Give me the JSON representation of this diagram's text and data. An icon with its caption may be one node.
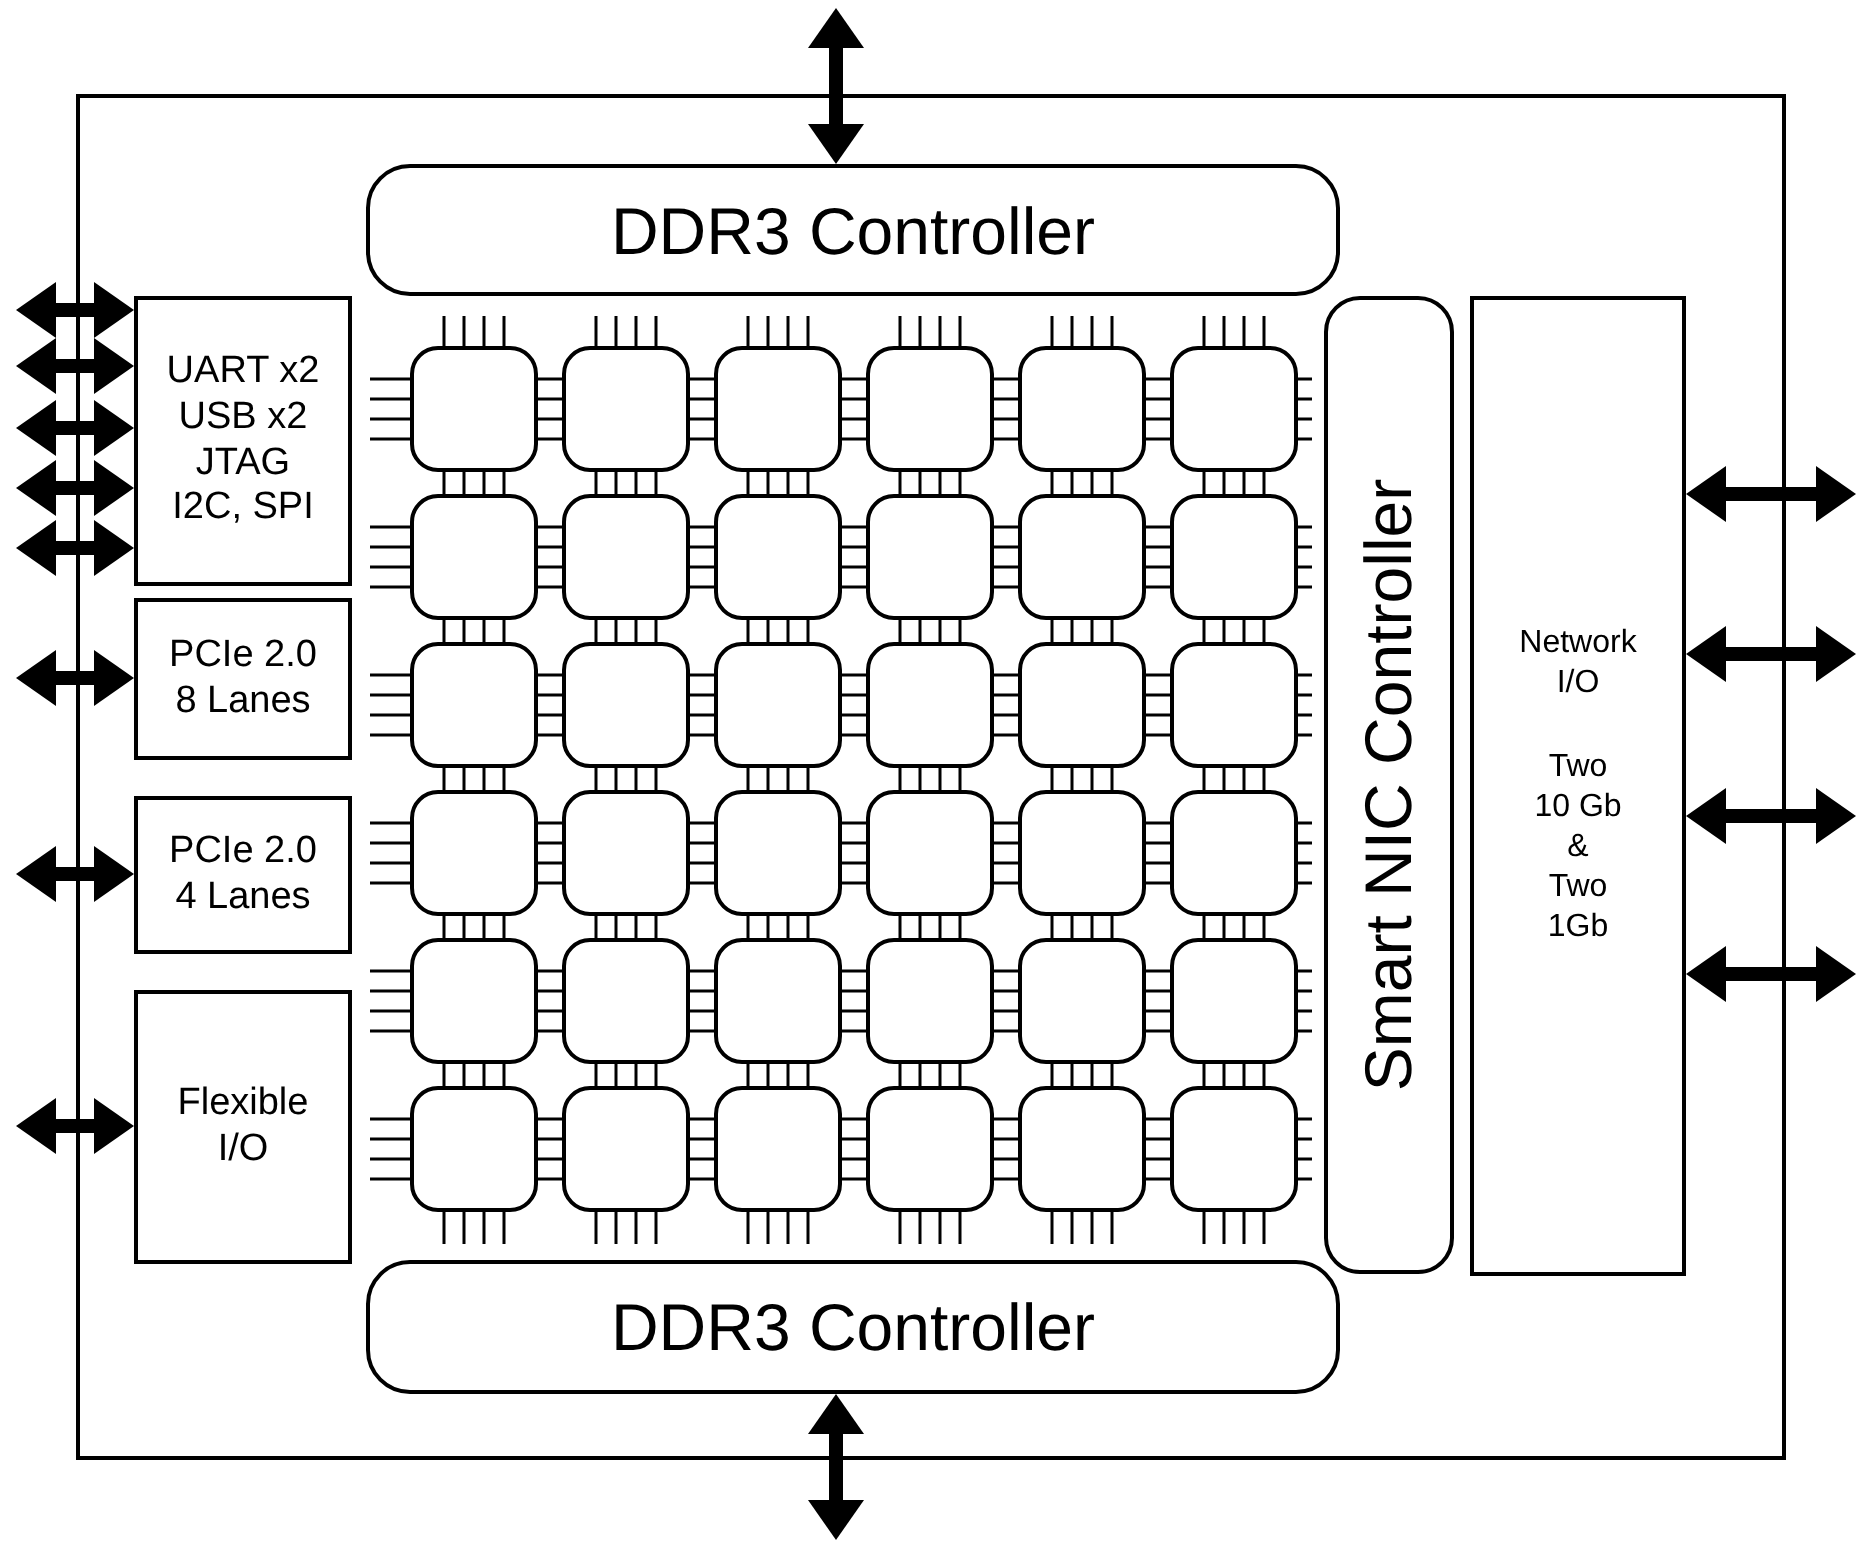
{
  "diagram": {
    "nodes": [
      {
        "text": [],
        "shape": "box"
      },
      {
        "text": [
          "DDR3 Controller"
        ],
        "in": 0
      },
      {
        "text": [
          "UART x2",
          "USB x2",
          "JTAG",
          "I2C, SPI"
        ],
        "in": 0
      },
      {
        "text": [
          "PCIe 2.0",
          "8 Lanes"
        ],
        "in": 0
      },
      {
        "text": [
          "PCIe 2.0",
          "4 Lanes"
        ],
        "in": 0
      },
      {
        "text": [
          "Flexible",
          "I/O"
        ],
        "in": 0
      },
      {
        "text": [],
        "shape": "box",
        "in": 0
      },
      {
        "text": [],
        "shape": "box",
        "in": 0
      },
      {
        "text": [],
        "shape": "box",
        "in": 0
      },
      {
        "text": [],
        "shape": "box",
        "in": 0
      },
      {
        "text": [],
        "shape": "box",
        "in": 0
      },
      {
        "text": [],
        "shape": "box",
        "in": 0
      },
      {
        "text": [],
        "shape": "box",
        "in": 0
      },
      {
        "text": [],
        "shape": "box",
        "in": 0
      },
      {
        "text": [],
        "shape": "box",
        "in": 0
      },
      {
        "text": [],
        "shape": "box",
        "in": 0
      },
      {
        "text": [],
        "shape": "box",
        "in": 0
      },
      {
        "text": [],
        "shape": "box",
        "in": 0
      },
      {
        "text": [],
        "shape": "box",
        "in": 0
      },
      {
        "text": [],
        "shape": "box",
        "in": 0
      },
      {
        "text": [],
        "shape": "box",
        "in": 0
      },
      {
        "text": [],
        "shape": "box",
        "in": 0
      },
      {
        "text": [],
        "shape": "box",
        "in": 0
      },
      {
        "text": [],
        "shape": "box",
        "in": 0
      },
      {
        "text": [],
        "shape": "box",
        "in": 0
      },
      {
        "text": [],
        "shape": "box",
        "in": 0
      },
      {
        "text": [],
        "shape": "box",
        "in": 0
      },
      {
        "text": [],
        "shape": "box",
        "in": 0
      },
      {
        "text": [],
        "shape": "box",
        "in": 0
      },
      {
        "text": [],
        "shape": "box",
        "in": 0
      },
      {
        "text": [],
        "shape": "box",
        "in": 0
      },
      {
        "text": [],
        "shape": "box",
        "in": 0
      },
      {
        "text": [],
        "shape": "box",
        "in": 0
      },
      {
        "text": [],
        "shape": "box",
        "in": 0
      },
      {
        "text": [],
        "shape": "box",
        "in": 0
      },
      {
        "text": [],
        "shape": "box",
        "in": 0
      },
      {
        "text": [],
        "shape": "box",
        "in": 0
      },
      {
        "text": [],
        "shape": "box",
        "in": 0
      },
      {
        "text": [],
        "shape": "box",
        "in": 0
      },
      {
        "text": [],
        "shape": "box",
        "in": 0
      },
      {
        "text": [],
        "shape": "box",
        "in": 0
      },
      {
        "text": [],
        "shape": "box",
        "in": 0
      },
      {
        "text": [
          "Smart NIC Controller"
        ],
        "in": 0
      },
      {
        "text": [
          "Network",
          "I/O",
          "Two",
          "10 Gb",
          "&",
          "Two",
          "1Gb"
        ],
        "in": 0
      },
      {
        "text": [
          "DDR3 Controller"
        ],
        "in": 0
      }
    ],
    "edges": [
      {
        "from": null,
        "to": 1,
        "arrow": "both",
        "style": "thick"
      },
      {
        "from": null,
        "to": 2,
        "arrow": "both",
        "style": "thick"
      },
      {
        "from": null,
        "to": 2,
        "arrow": "both",
        "style": "thick"
      },
      {
        "from": null,
        "to": 2,
        "arrow": "both",
        "style": "thick"
      },
      {
        "from": null,
        "to": 2,
        "arrow": "both",
        "style": "thick"
      },
      {
        "from": null,
        "to": 2,
        "arrow": "both",
        "style": "thick"
      },
      {
        "from": null,
        "to": 3,
        "arrow": "both",
        "style": "thick"
      },
      {
        "from": null,
        "to": 4,
        "arrow": "both",
        "style": "thick"
      },
      {
        "from": null,
        "to": 5,
        "arrow": "both",
        "style": "thick"
      },
      {
        "from": null,
        "to": 43,
        "arrow": "both",
        "style": "thick"
      },
      {
        "from": null,
        "to": 43,
        "arrow": "both",
        "style": "thick"
      },
      {
        "from": null,
        "to": 43,
        "arrow": "both",
        "style": "thick"
      },
      {
        "from": null,
        "to": 43,
        "arrow": "both",
        "style": "thick"
      },
      {
        "from": null,
        "to": 44,
        "arrow": "both",
        "style": "thick"
      },
      {
        "from": 6,
        "to": 7,
        "arrow": "none"
      },
      {
        "from": 7,
        "to": 8,
        "arrow": "none"
      },
      {
        "from": 8,
        "to": 9,
        "arrow": "none"
      },
      {
        "from": 9,
        "to": 10,
        "arrow": "none"
      },
      {
        "from": 10,
        "to": 11,
        "arrow": "none"
      },
      {
        "from": 12,
        "to": 13,
        "arrow": "none"
      },
      {
        "from": 13,
        "to": 14,
        "arrow": "none"
      },
      {
        "from": 14,
        "to": 15,
        "arrow": "none"
      },
      {
        "from": 15,
        "to": 16,
        "arrow": "none"
      },
      {
        "from": 16,
        "to": 17,
        "arrow": "none"
      },
      {
        "from": 18,
        "to": 19,
        "arrow": "none"
      },
      {
        "from": 19,
        "to": 20,
        "arrow": "none"
      },
      {
        "from": 20,
        "to": 21,
        "arrow": "none"
      },
      {
        "from": 21,
        "to": 22,
        "arrow": "none"
      },
      {
        "from": 22,
        "to": 23,
        "arrow": "none"
      },
      {
        "from": 24,
        "to": 25,
        "arrow": "none"
      },
      {
        "from": 25,
        "to": 26,
        "arrow": "none"
      },
      {
        "from": 26,
        "to": 27,
        "arrow": "none"
      },
      {
        "from": 27,
        "to": 28,
        "arrow": "none"
      },
      {
        "from": 28,
        "to": 29,
        "arrow": "none"
      },
      {
        "from": 30,
        "to": 31,
        "arrow": "none"
      },
      {
        "from": 31,
        "to": 32,
        "arrow": "none"
      },
      {
        "from": 32,
        "to": 33,
        "arrow": "none"
      },
      {
        "from": 33,
        "to": 34,
        "arrow": "none"
      },
      {
        "from": 34,
        "to": 35,
        "arrow": "none"
      },
      {
        "from": 36,
        "to": 37,
        "arrow": "none"
      },
      {
        "from": 37,
        "to": 38,
        "arrow": "none"
      },
      {
        "from": 38,
        "to": 39,
        "arrow": "none"
      },
      {
        "from": 39,
        "to": 40,
        "arrow": "none"
      },
      {
        "from": 40,
        "to": 41,
        "arrow": "none"
      },
      {
        "from": 6,
        "to": 12,
        "arrow": "none"
      },
      {
        "from": 7,
        "to": 13,
        "arrow": "none"
      },
      {
        "from": 8,
        "to": 14,
        "arrow": "none"
      },
      {
        "from": 9,
        "to": 15,
        "arrow": "none"
      },
      {
        "from": 10,
        "to": 16,
        "arrow": "none"
      },
      {
        "from": 11,
        "to": 17,
        "arrow": "none"
      },
      {
        "from": 12,
        "to": 18,
        "arrow": "none"
      },
      {
        "from": 13,
        "to": 19,
        "arrow": "none"
      },
      {
        "from": 14,
        "to": 20,
        "arrow": "none"
      },
      {
        "from": 15,
        "to": 21,
        "arrow": "none"
      },
      {
        "from": 16,
        "to": 22,
        "arrow": "none"
      },
      {
        "from": 17,
        "to": 23,
        "arrow": "none"
      },
      {
        "from": 18,
        "to": 24,
        "arrow": "none"
      },
      {
        "from": 19,
        "to": 25,
        "arrow": "none"
      },
      {
        "from": 20,
        "to": 26,
        "arrow": "none"
      },
      {
        "from": 21,
        "to": 27,
        "arrow": "none"
      },
      {
        "from": 22,
        "to": 28,
        "arrow": "none"
      },
      {
        "from": 23,
        "to": 29,
        "arrow": "none"
      },
      {
        "from": 24,
        "to": 30,
        "arrow": "none"
      },
      {
        "from": 25,
        "to": 31,
        "arrow": "none"
      },
      {
        "from": 26,
        "to": 32,
        "arrow": "none"
      },
      {
        "from": 27,
        "to": 33,
        "arrow": "none"
      },
      {
        "from": 28,
        "to": 34,
        "arrow": "none"
      },
      {
        "from": 29,
        "to": 35,
        "arrow": "none"
      },
      {
        "from": 30,
        "to": 36,
        "arrow": "none"
      },
      {
        "from": 31,
        "to": 37,
        "arrow": "none"
      },
      {
        "from": 32,
        "to": 38,
        "arrow": "none"
      },
      {
        "from": 33,
        "to": 39,
        "arrow": "none"
      },
      {
        "from": 34,
        "to": 40,
        "arrow": "none"
      },
      {
        "from": 35,
        "to": 41,
        "arrow": "none"
      }
    ]
  }
}
